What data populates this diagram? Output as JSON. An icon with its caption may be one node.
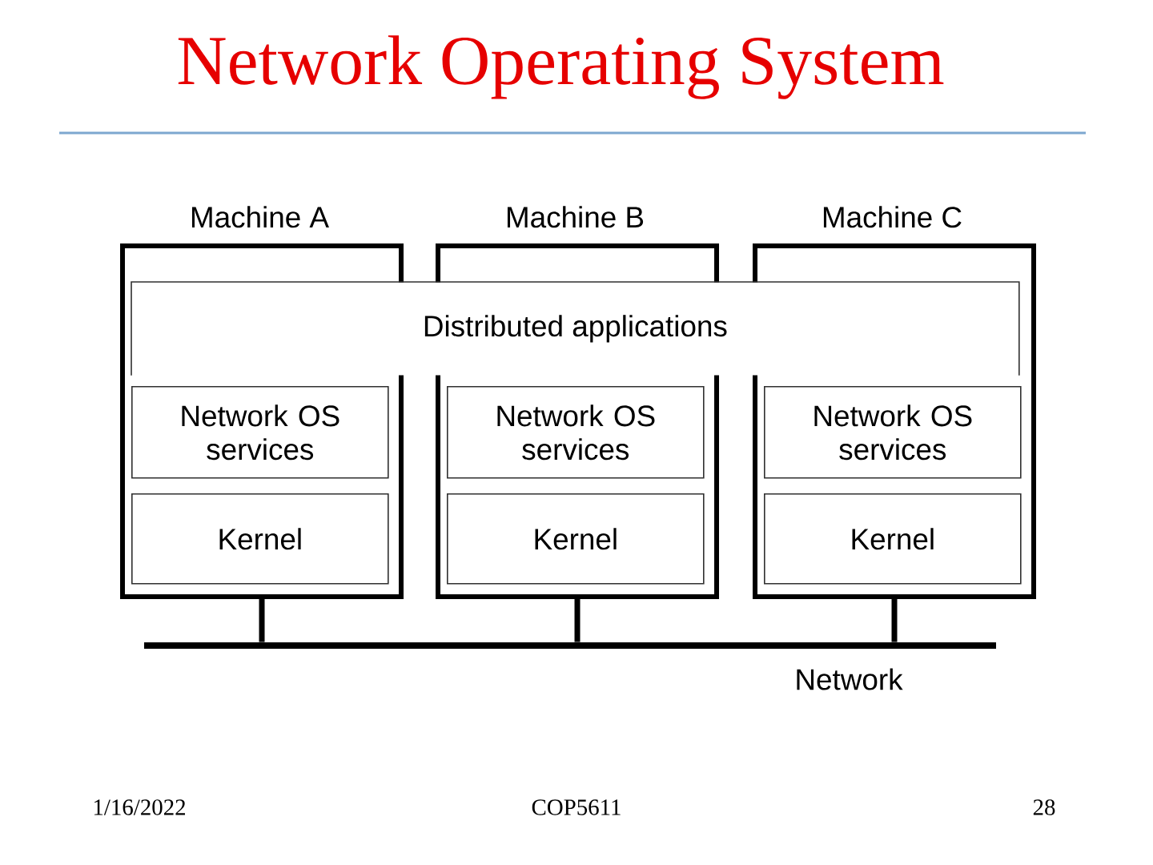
{
  "diagram": {
    "title": "Network Operating System",
    "nodes": [
      {
        "text": [
          "Machine A"
        ]
      },
      {
        "text": [
          "Machine B"
        ]
      },
      {
        "text": [
          "Machine C"
        ]
      },
      {
        "text": [
          "Distributed applications"
        ]
      },
      {
        "text": [
          "Network OS services"
        ],
        "in": 0
      },
      {
        "text": [
          "Network OS services"
        ],
        "in": 1
      },
      {
        "text": [
          "Network OS services"
        ],
        "in": 2
      },
      {
        "text": [
          "Kernel"
        ],
        "in": 0
      },
      {
        "text": [
          "Kernel"
        ],
        "in": 1
      },
      {
        "text": [
          "Kernel"
        ],
        "in": 2
      },
      {
        "text": [
          "Network"
        ]
      }
    ],
    "edges": [
      {
        "from": 0,
        "to": 10,
        "arrow": "none"
      },
      {
        "from": 1,
        "to": 10,
        "arrow": "none"
      },
      {
        "from": 2,
        "to": 10,
        "arrow": "none"
      }
    ],
    "labels": [
      "1/16/2022",
      "COP5611",
      "28"
    ]
  }
}
